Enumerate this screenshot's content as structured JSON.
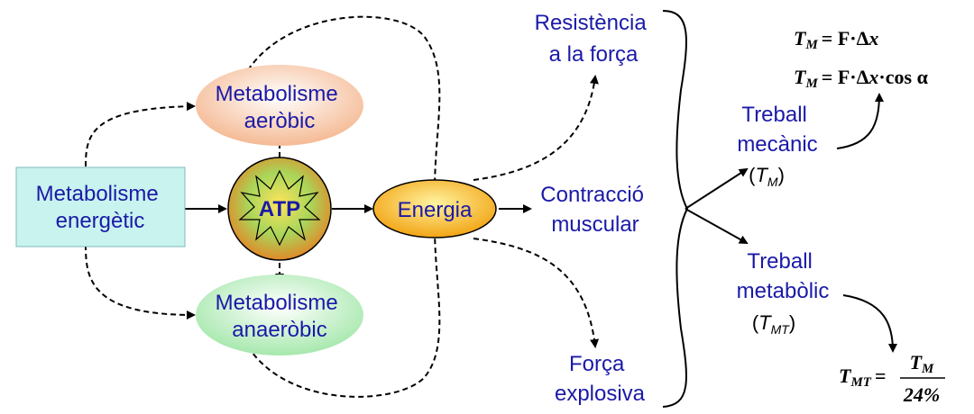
{
  "nodes": {
    "metabolisme_energetic": [
      "Metabolisme",
      "energètic"
    ],
    "metabolisme_aerobic": [
      "Metabolisme",
      "aeròbic"
    ],
    "metabolisme_anaerobic": [
      "Metabolisme",
      "anaeròbic"
    ],
    "atp": "ATP",
    "energia": "Energia",
    "resistencia": [
      "Resistència",
      "a la força"
    ],
    "contraccio": [
      "Contracció",
      "muscular"
    ],
    "forca": [
      "Força",
      "explosiva"
    ],
    "treball_mecanic": [
      "Treball",
      "mecànic",
      "(",
      "T",
      "M",
      ")"
    ],
    "treball_metabolic": [
      "Treball",
      "metabòlic",
      "(",
      "T",
      "MT",
      ")"
    ]
  },
  "formulas": {
    "f1": {
      "lhs": "T",
      "sub": "M",
      "rhs": "= F·Δ",
      "var": "x"
    },
    "f2": {
      "lhs": "T",
      "sub": "M",
      "rhs": "= F·Δ",
      "var": "x",
      "tail": "·cos α"
    },
    "f3": {
      "lhs": "T",
      "sub": "MT",
      "eq": "=",
      "num": "T",
      "num_sub": "M",
      "den": "24%"
    }
  },
  "colors": {
    "text_blue": "#1a1aa8",
    "box_fill": "#c9f3ee",
    "aerobic_fill": "#f7c9a8",
    "anaerobic_fill": "#bff0c4",
    "atp_center": "#ffd84a",
    "atp_edge": "#2e8b2e",
    "energia_fill": "#f6b21d"
  }
}
